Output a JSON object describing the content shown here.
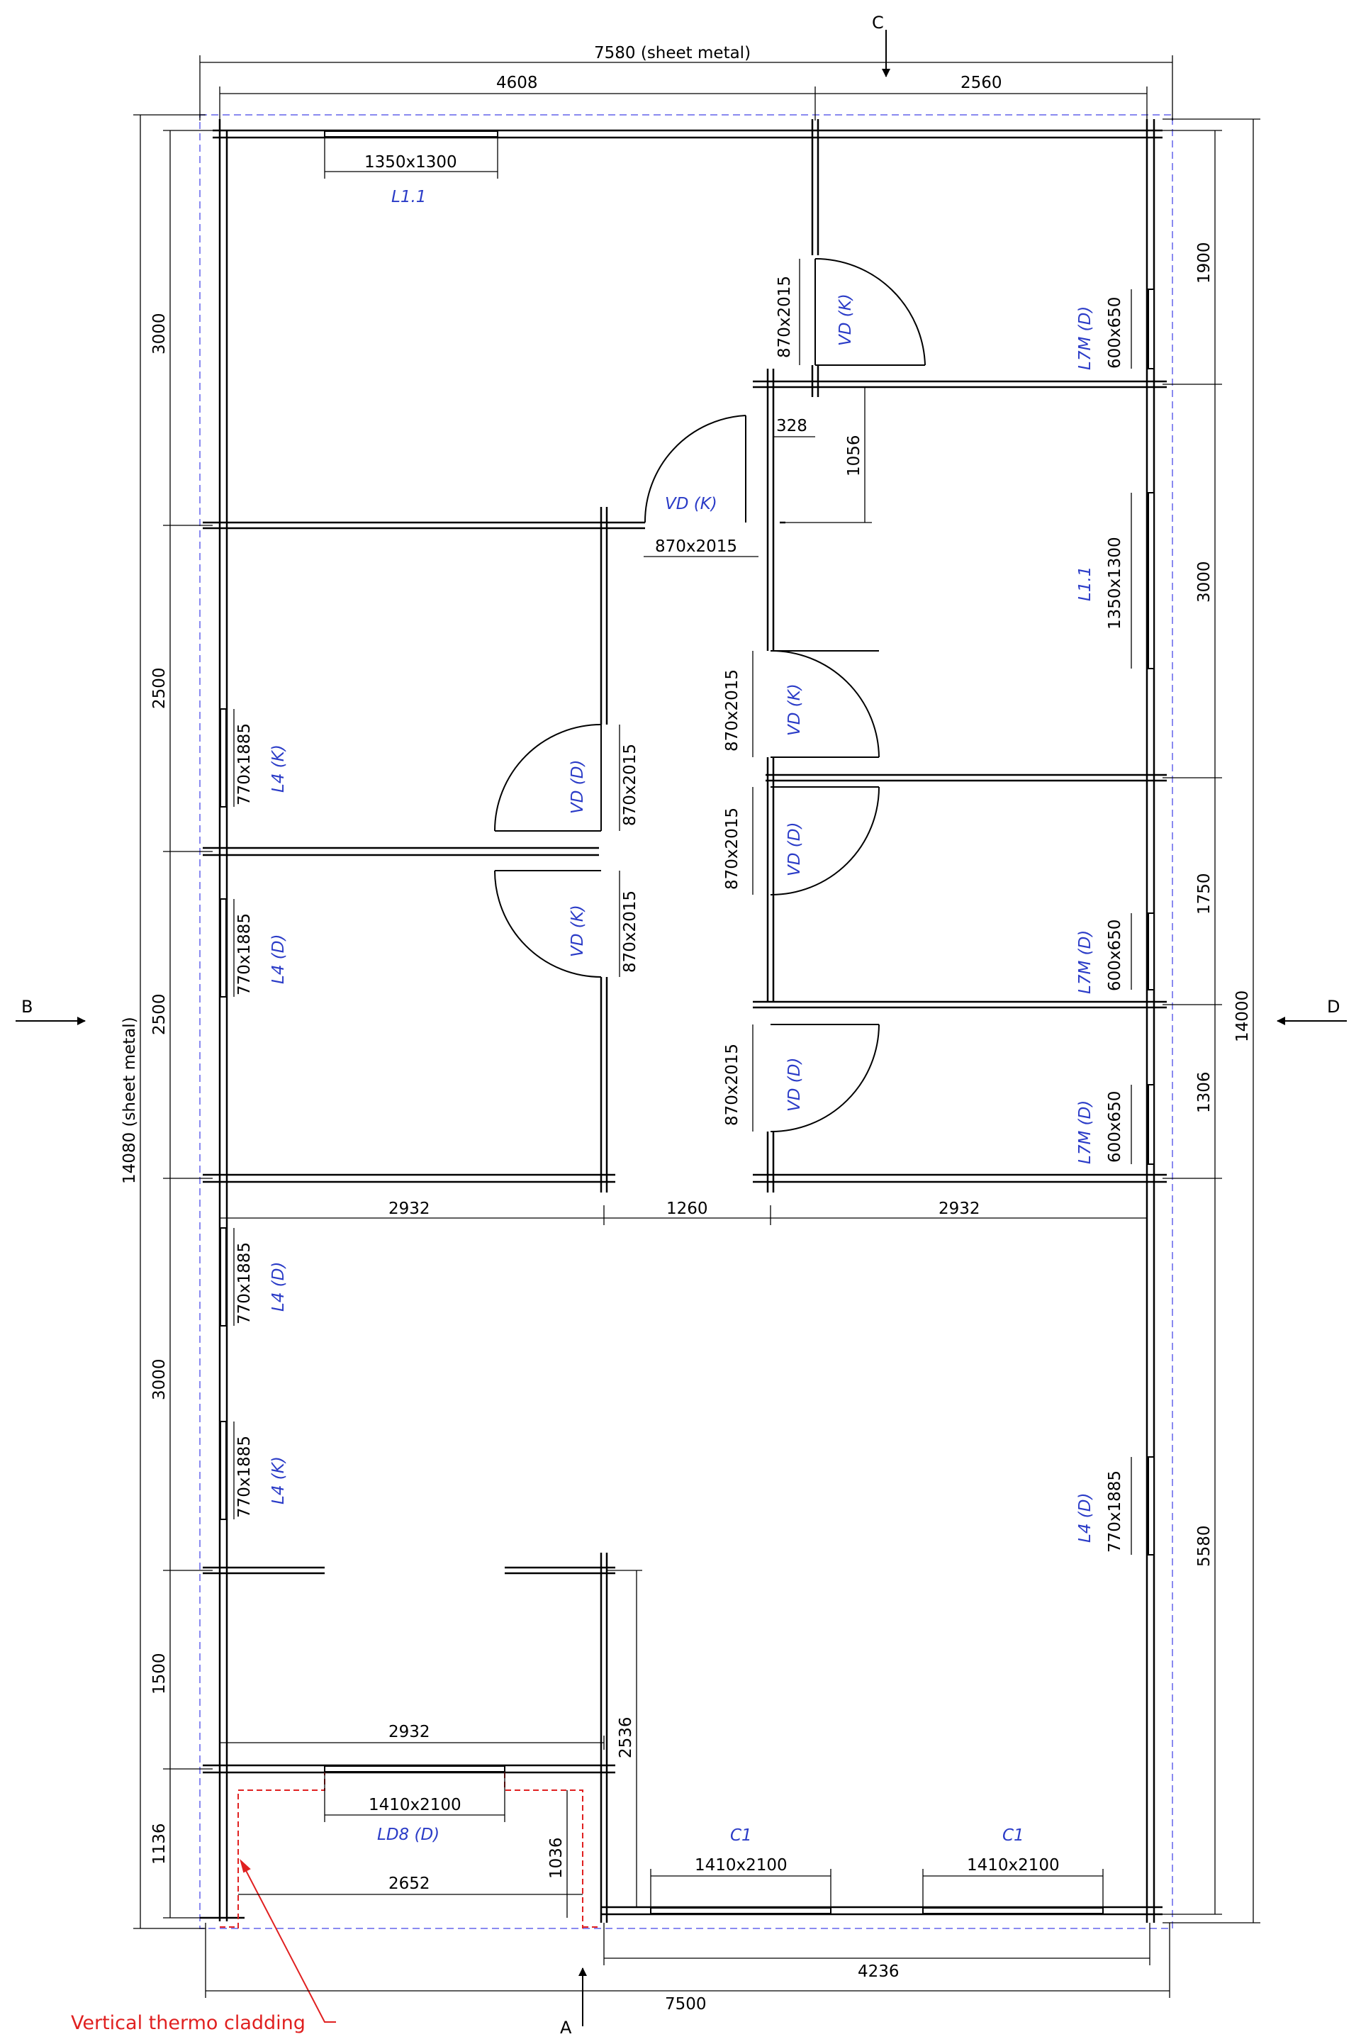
{
  "colors": {
    "line": "#000000",
    "blue": "#2a3bc7",
    "guide": "#8a8af0",
    "red": "#e02020"
  },
  "sections": {
    "a": "A",
    "b": "B",
    "c": "C",
    "d": "D"
  },
  "top": {
    "overall": "7580 (sheet metal)",
    "left": "4608",
    "right": "2560"
  },
  "left": {
    "overall": "14080 (sheet metal)",
    "d1": "3000",
    "d2": "2500",
    "d3": "2500",
    "d4": "3000",
    "d5": "1500",
    "d6": "1136"
  },
  "right": {
    "overall": "14000",
    "d1": "1900",
    "d2": "3000",
    "d3": "1750",
    "d4": "1306",
    "d5": "5580"
  },
  "bottom": {
    "overall": "7500",
    "right": "4236"
  },
  "inner": {
    "span_left": "2932",
    "span_mid": "1260",
    "span_right": "2932",
    "lower_span": "2932",
    "entry_span": "2652",
    "entry_depth": "1036",
    "wall_2536": "2536",
    "gap_328": "328",
    "gap_1056": "1056"
  },
  "windows": {
    "top_size": "1350x1300",
    "top_label": "L1.1",
    "right_l11_size": "1350x1300",
    "right_l11_label": "L1.1",
    "l7m_1_size": "600x650",
    "l7m_1_label": "L7M (D)",
    "l7m_2_size": "600x650",
    "l7m_2_label": "L7M (D)",
    "l7m_3_size": "600x650",
    "l7m_3_label": "L7M (D)",
    "l4_1_size": "770x1885",
    "l4_1_label": "L4 (K)",
    "l4_2_size": "770x1885",
    "l4_2_label": "L4 (D)",
    "l4_3_size": "770x1885",
    "l4_3_label": "L4 (D)",
    "l4_4_size": "770x1885",
    "l4_4_label": "L4 (K)",
    "l4_right_size": "770x1885",
    "l4_right_label": "L4 (D)",
    "ld8_size": "1410x2100",
    "ld8_label": "LD8 (D)",
    "c1a_size": "1410x2100",
    "c1a_label": "C1",
    "c1b_size": "1410x2100",
    "c1b_label": "C1"
  },
  "doors": {
    "d1_size": "870x2015",
    "d1_label": "VD (K)",
    "d2_size": "870x2015",
    "d2_label": "VD (K)",
    "d3_size": "870x2015",
    "d3_label": "VD (D)",
    "d4_size": "870x2015",
    "d4_label": "VD (K)",
    "d5_size": "870x2015",
    "d5_label": "VD (K)",
    "d6_size": "870x2015",
    "d6_label": "VD (D)",
    "d7_size": "870x2015",
    "d7_label": "VD (D)"
  },
  "note": "Vertical thermo cladding"
}
